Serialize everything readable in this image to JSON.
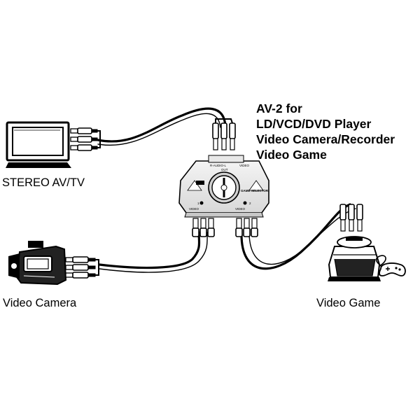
{
  "title_lines": [
    "AV-2  for",
    "LD/VCD/DVD Player",
    "Video Camera/Recorder",
    "Video Game"
  ],
  "devices": {
    "tv": {
      "label": "STEREO AV/TV",
      "icon": "tv-icon"
    },
    "camera": {
      "label": "Video Camera",
      "icon": "camcorder-icon"
    },
    "game": {
      "label": "Video Game",
      "icon": "game-console-icon"
    }
  },
  "selector": {
    "out_label": "OUT",
    "audio_label": "R-AUDIO-L",
    "video_label": "VIDEO",
    "brand": "GAME SELECTOR",
    "port_1": "1",
    "port_2": "2"
  },
  "colors": {
    "line": "#000000",
    "background": "#ffffff"
  }
}
